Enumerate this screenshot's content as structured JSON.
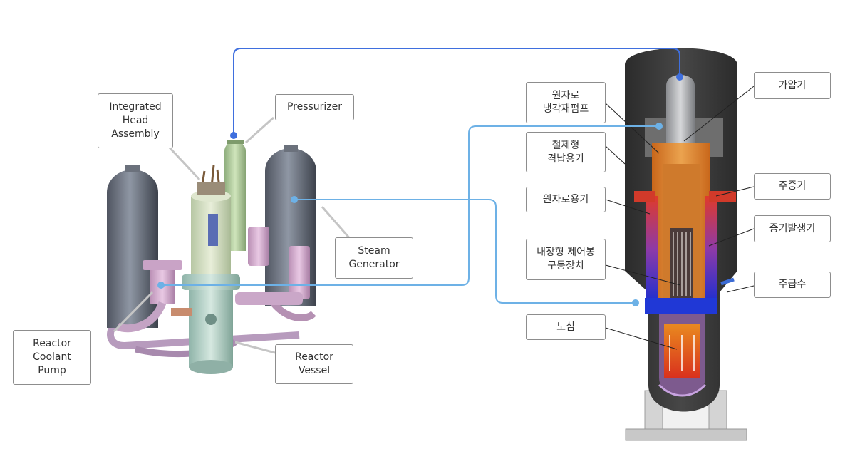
{
  "left_labels": {
    "integrated_head_assembly": "Integrated\nHead\nAssembly",
    "pressurizer": "Pressurizer",
    "steam_generator": "Steam\nGenerator",
    "reactor_coolant_pump": "Reactor\nCoolant\nPump",
    "reactor_vessel": "Reactor\nVessel"
  },
  "right_labels": {
    "rcp": "원자로\n냉각재펌프",
    "steel_containment": "철제형\n격납용기",
    "reactor_vessel": "원자로용기",
    "icrdm": "내장형 제어봉\n구동장치",
    "core": "노심",
    "pressurizer": "가압기",
    "main_steam": "주증기",
    "steam_generator": "증기발생기",
    "feedwater": "주급수"
  },
  "colors": {
    "connector_dark": "#3f6fde",
    "connector_light": "#6db1e6",
    "label_border": "#8d8d8d",
    "containment": "#3a3a3a"
  }
}
